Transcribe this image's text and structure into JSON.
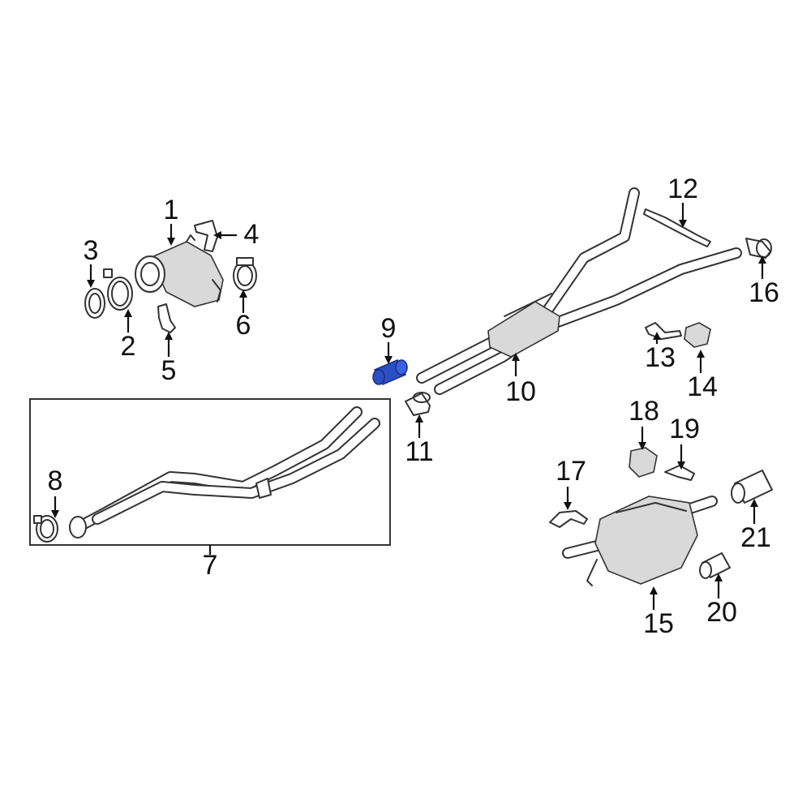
{
  "diagram": {
    "callouts": [
      "1",
      "2",
      "3",
      "4",
      "5",
      "6",
      "7",
      "8",
      "9",
      "10",
      "11",
      "12",
      "13",
      "14",
      "15",
      "16",
      "17",
      "18",
      "19",
      "20",
      "21"
    ],
    "highlight_color": "#2b4fc4",
    "highlighted_part": "9"
  }
}
